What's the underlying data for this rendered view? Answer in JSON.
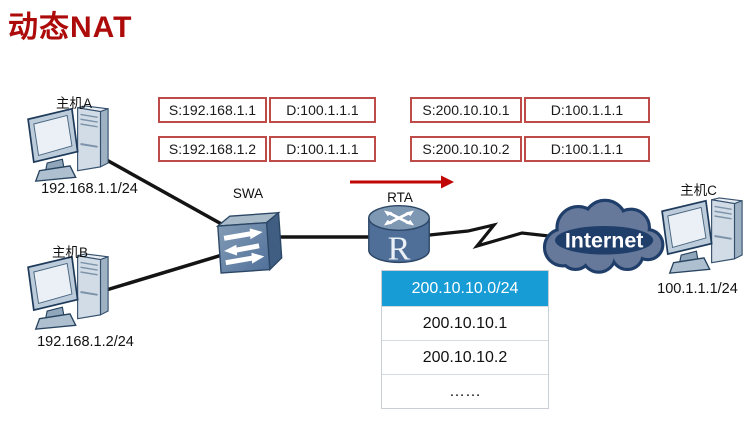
{
  "title": "动态NAT",
  "colors": {
    "title_red": "#AD0A0A",
    "packet_border_red": "#BE4B48",
    "arrow_red": "#C00505",
    "pool_header_blue": "#189CD6",
    "device_blue": "#55759C",
    "cloud_fill": "#66799A",
    "cloud_band_navy": "#203E6A"
  },
  "packets": {
    "before_nat": [
      {
        "src": "S:192.168.1.1",
        "dst": "D:100.1.1.1"
      },
      {
        "src": "S:192.168.1.2",
        "dst": "D:100.1.1.1"
      }
    ],
    "after_nat": [
      {
        "src": "S:200.10.10.1",
        "dst": "D:100.1.1.1"
      },
      {
        "src": "S:200.10.10.2",
        "dst": "D:100.1.1.1"
      }
    ]
  },
  "hosts": {
    "a": {
      "label": "主机A",
      "ip": "192.168.1.1/24"
    },
    "b": {
      "label": "主机B",
      "ip": "192.168.1.2/24"
    },
    "c": {
      "label": "主机C",
      "ip": "100.1.1.1/24"
    }
  },
  "devices": {
    "switch": {
      "label": "SWA"
    },
    "router": {
      "label": "RTA",
      "letter": "R"
    },
    "internet": {
      "label": "Internet"
    }
  },
  "nat_pool": {
    "header": "200.10.10.0/24",
    "rows": [
      "200.10.10.1",
      "200.10.10.2",
      "……"
    ]
  }
}
